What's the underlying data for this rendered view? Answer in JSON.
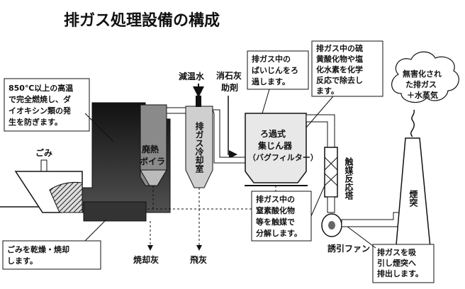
{
  "title": "排ガス処理設備の構成",
  "callouts": {
    "incinerator": [
      "850℃以上の高温",
      "で完全燃焼し、ダ",
      "イオキシン類の発",
      "生を防ぎます。"
    ],
    "dust": [
      "排ガス中の",
      "ばいじんをろ",
      "過します。"
    ],
    "acid": [
      "排ガス中の硫",
      "黄酸化物や塩",
      "化水素を化学",
      "反応で除去し",
      "ます。"
    ],
    "harmless": [
      "無害化され",
      "た排ガス",
      "＋水蒸気"
    ],
    "nox": [
      "排ガス中の",
      "窒素酸化物",
      "等を触媒で",
      "分解します。"
    ],
    "dry": [
      "ごみを乾燥・焼却",
      "します。"
    ],
    "stack_note": [
      "排ガスを吸",
      "引し煙突へ",
      "排出します。"
    ]
  },
  "labels": {
    "garbage": "ごみ",
    "boiler": [
      "廃熱",
      "ボイラ"
    ],
    "cooling_water": "減温水",
    "lime": [
      "消石灰",
      "助剤"
    ],
    "cooling_tower": "排ガス冷却室",
    "filter": [
      "ろ過式",
      "集じん器",
      "（バグフィルター）"
    ],
    "catalyst": "触媒反応塔",
    "chimney": "煙突",
    "fan": "誘引ファン",
    "bottom_ash": "焼却灰",
    "fly_ash": "飛灰"
  }
}
